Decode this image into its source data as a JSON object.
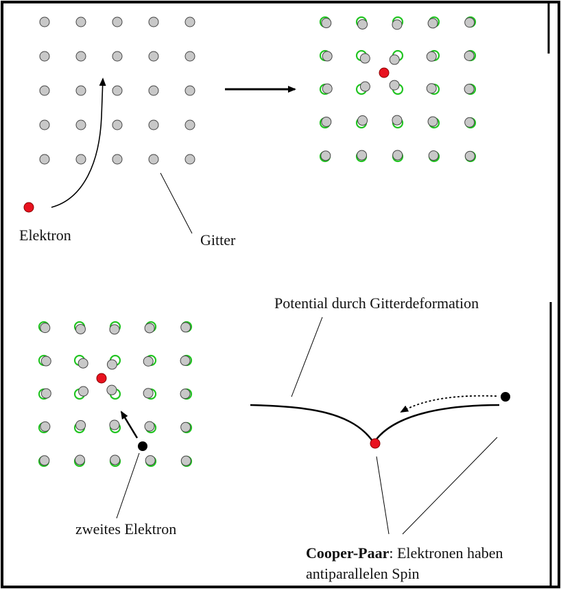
{
  "labels": {
    "electron": "Elektron",
    "lattice": "Gitter",
    "potential": "Potential durch Gitterdeformation",
    "second_electron": "zweites Elektron",
    "cooper_bold": "Cooper-Paar",
    "cooper_rest": ": Elektronen haben",
    "cooper_line2": "antiparallelen Spin"
  },
  "colors": {
    "ion_fill": "#c8c8c8",
    "ion_stroke": "#444444",
    "original_position": "#22c422",
    "electron_red": "#e8121f",
    "electron_black": "#000000",
    "frame": "#000000"
  }
}
